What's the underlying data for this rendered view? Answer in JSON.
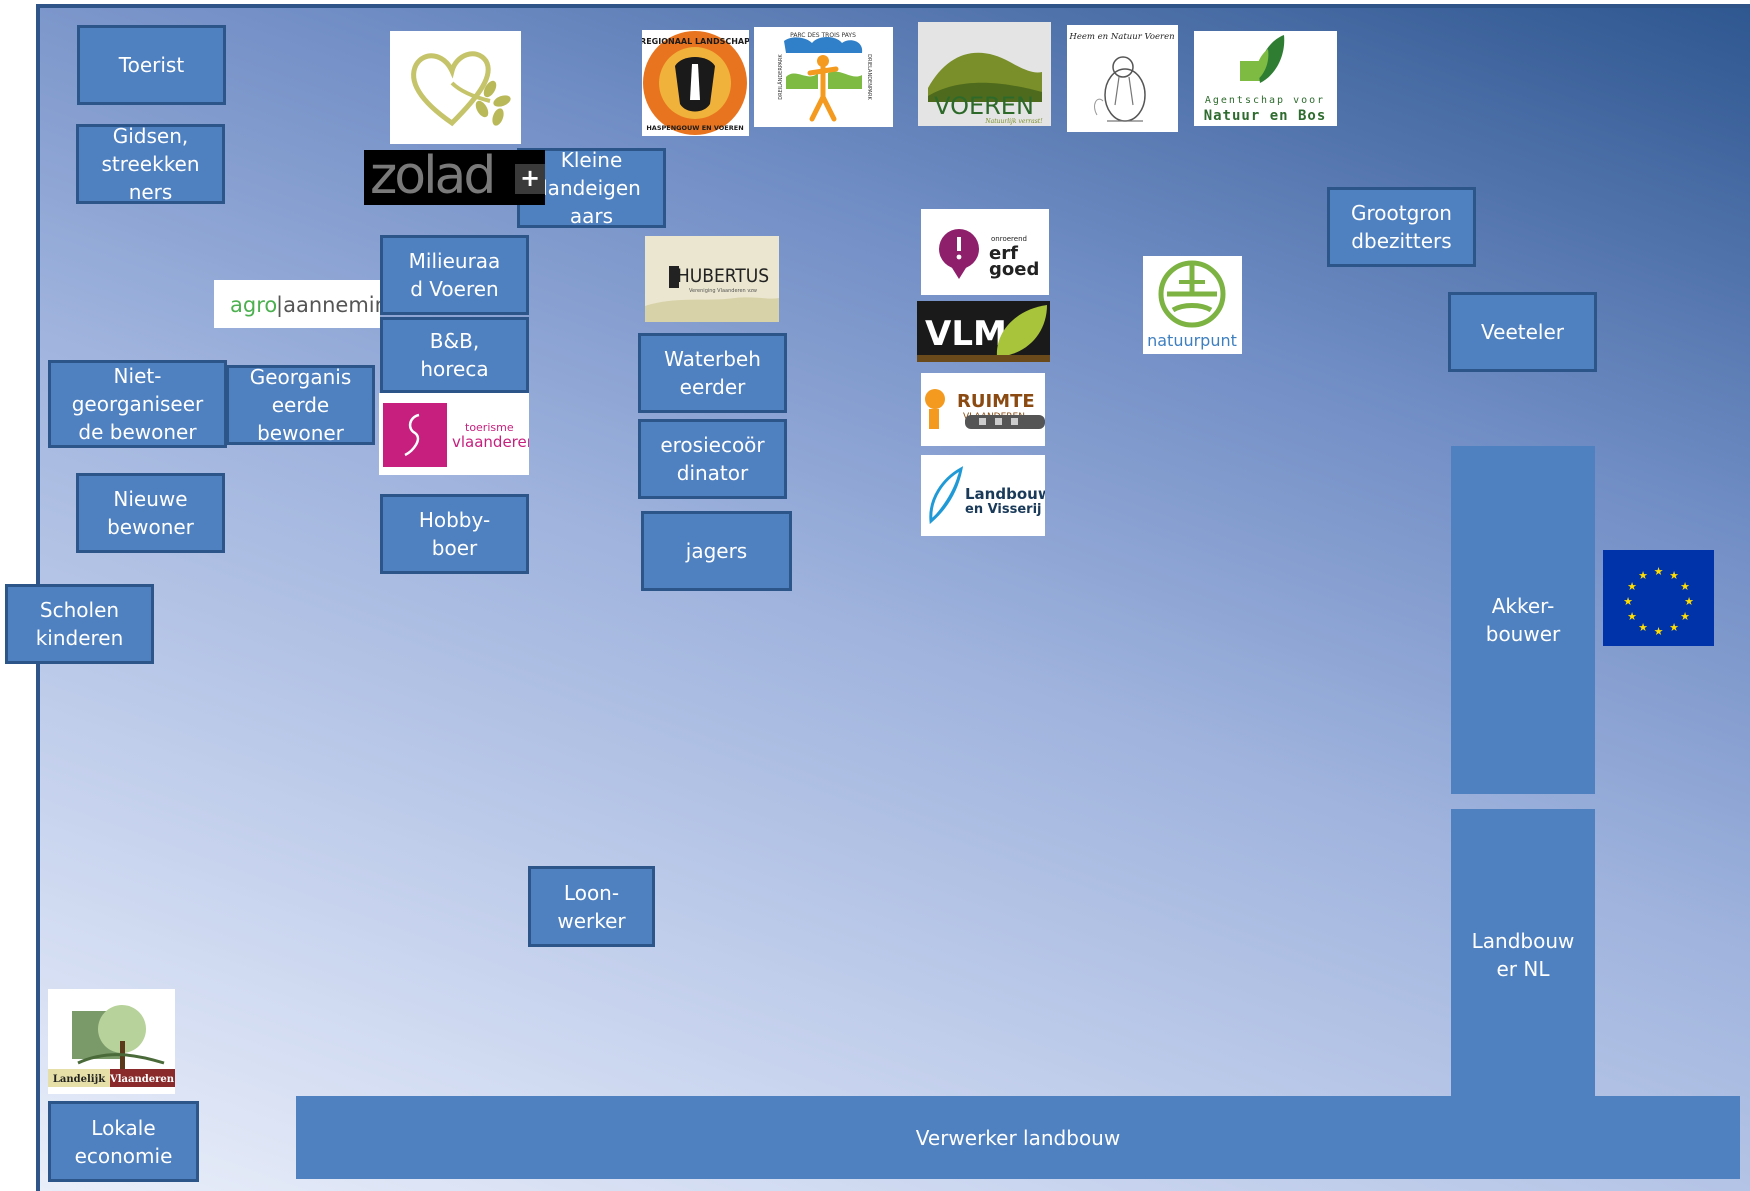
{
  "boxes": {
    "toerist": "Toerist",
    "gidsen": "Gidsen,\nstreekken\nners",
    "kleine": "Kleine\nlandeigen\naars",
    "milieuraad": "Milieuraa\nd Voeren",
    "bb_horeca": "B&B,\nhoreca",
    "niet_georganiseerde": "Niet-\ngeorganiseer\nde bewoner",
    "georganiseerde": "Georganis\neerde\nbewoner",
    "nieuwe": "Nieuwe\nbewoner",
    "hobbyboer": "Hobby-\nboer",
    "scholen": "Scholen\nkinderen",
    "waterbeheerder": "Waterbeh\neerder",
    "erosiecoordinator": "erosiecoör\ndinator",
    "jagers": "jagers",
    "grootgrondbezitters": "Grootgron\ndbezitters",
    "veeteler": "Veeteler",
    "akkerbouwer": "Akker-\nbouwer",
    "landbouwer_nl": "Landbouw\ner NL",
    "loonwerker": "Loon-\nwerker",
    "lokale_economie": "Lokale\neconomie",
    "verwerker": "Verwerker landbouw"
  },
  "logos": {
    "zolad": "zolad",
    "zolad_plus": "+",
    "agro_1": "agro",
    "agro_2": "|aanneming",
    "toerisme_1": "toerisme",
    "toerisme_2": "vlaanderen",
    "regionaal_top": "REGIONAAL LANDSCHAP",
    "regionaal_bottom": "HASPENGOUW EN VOEREN",
    "drielanden_top": "PARC DES TROIS PAYS",
    "drielanden_left": "DREILÄNDERPARK",
    "drielanden_right": "DRIELANDENPARK",
    "voeren": "VOEREN",
    "voeren_tag": "Natuurlijk verrast!",
    "heem": "Heem en Natuur Voeren",
    "anb_1": "Agentschap voor",
    "anb_2": "Natuur en Bos",
    "hubertus": "HUBERTUS",
    "hubertus_sub": "Vereniging Vlaanderen vzw",
    "erfgoed_1": "onroerend",
    "erfgoed_2": "erf",
    "erfgoed_3": "goed",
    "vlm": "VLM",
    "ruimte_1": "RUIMTE",
    "ruimte_2": "VLAANDEREN",
    "landbouw_1": "Landbouw",
    "landbouw_2": "en Visserij",
    "natuurpunt": "natuurpunt",
    "landelijk_1": "Landelijk",
    "landelijk_2": "Vlaanderen"
  }
}
